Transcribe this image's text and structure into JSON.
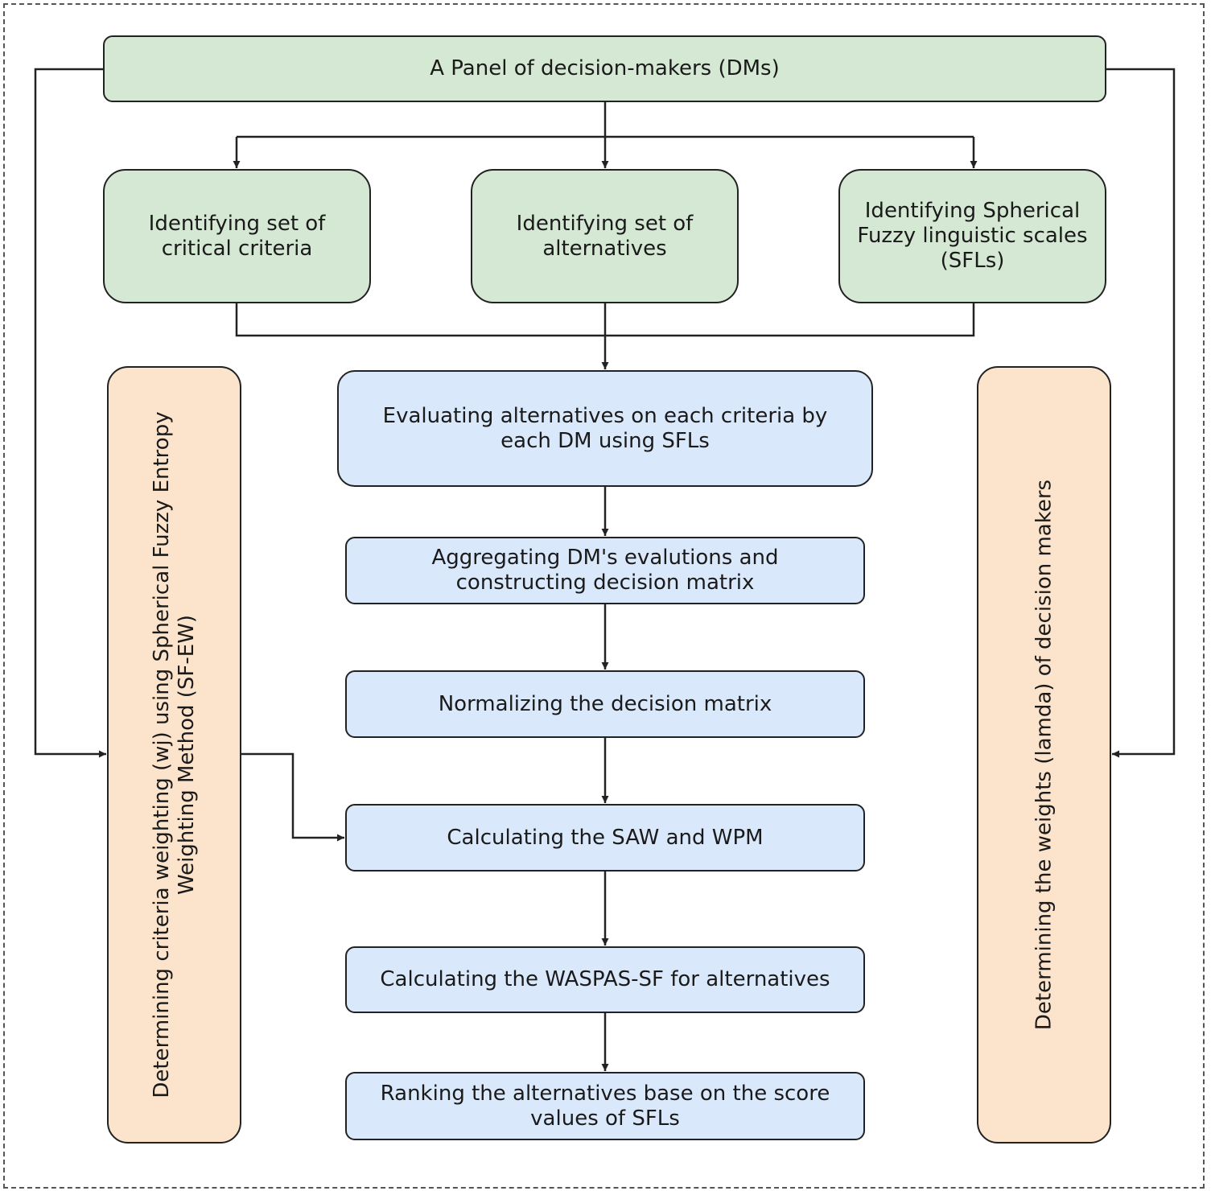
{
  "nodes": {
    "panel": "A Panel of decision-makers (DMs)",
    "criteria": "Identifying set of critical criteria",
    "alternatives": "Identifying set of alternatives",
    "scales": "Identifying Spherical Fuzzy linguistic scales (SFLs)",
    "evaluate": "Evaluating alternatives on each criteria by each DM using SFLs",
    "aggregate": "Aggregating DM's evalutions and constructing decision matrix",
    "normalize": "Normalizing the decision matrix",
    "saw_wpm": "Calculating the SAW and WPM",
    "waspas": "Calculating the WASPAS-SF for alternatives",
    "ranking": "Ranking the alternatives base on the score values of SFLs",
    "criteria_weighting": "Determining criteria weighting (wj) using Spherical Fuzzy Entropy Weighting Method (SF-EW)",
    "dm_weights": "Determining the weights (lamda) of decision makers"
  },
  "colors": {
    "top_boxes": "#d5e8d4",
    "process_boxes": "#dae8fc",
    "side_boxes": "#fce4cc",
    "lines": "#222222"
  }
}
